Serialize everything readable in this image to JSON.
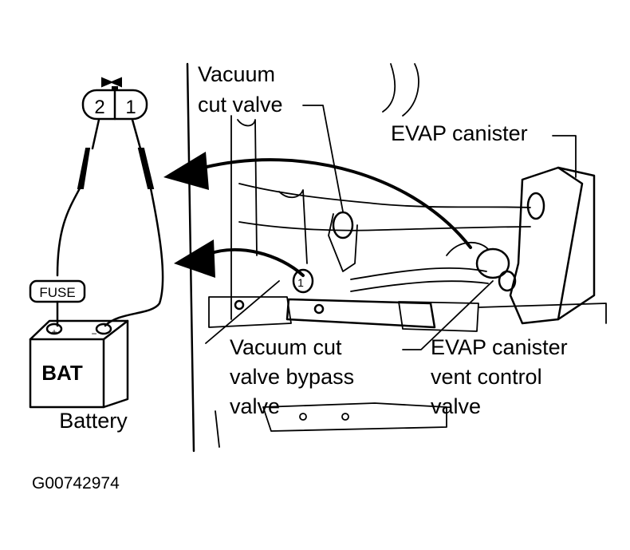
{
  "connector": {
    "pin_left": "2",
    "pin_right": "1"
  },
  "fuse_label": "FUSE",
  "battery": {
    "case_text": "BAT",
    "caption": "Battery",
    "pos": "+",
    "neg": "−"
  },
  "callouts": {
    "vacuum_cut_valve": [
      "Vacuum",
      "cut valve"
    ],
    "evap_canister": [
      "EVAP canister"
    ],
    "bypass_valve": [
      "Vacuum cut",
      "valve bypass",
      "valve"
    ],
    "vent_control_valve": [
      "EVAP canister",
      "vent control",
      "valve"
    ]
  },
  "figure_id": "G00742974"
}
